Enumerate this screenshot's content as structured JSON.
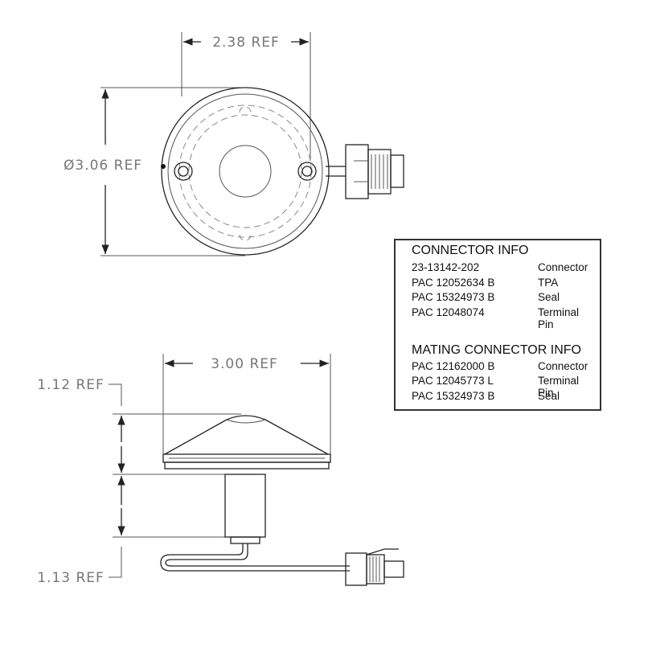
{
  "dimensions": {
    "top_width": "2.38 REF",
    "top_diameter": "Ø3.06 REF",
    "side_width": "3.00 REF",
    "side_height_upper": "1.12 REF",
    "side_height_lower": "1.13 REF"
  },
  "connector_info": {
    "title": "CONNECTOR INFO",
    "rows": [
      {
        "part": "23-13142-202",
        "desc": "Connector"
      },
      {
        "part": "PAC 12052634 B",
        "desc": "TPA"
      },
      {
        "part": "PAC 15324973 B",
        "desc": "Seal"
      },
      {
        "part": "PAC 12048074",
        "desc": "Terminal Pin"
      }
    ]
  },
  "mating_connector_info": {
    "title": "MATING CONNECTOR INFO",
    "rows": [
      {
        "part": "PAC 12162000 B",
        "desc": "Connector"
      },
      {
        "part": "PAC 12045773 L",
        "desc": "Terminal Pin"
      },
      {
        "part": "PAC 15324973 B",
        "desc": "Seal"
      }
    ]
  }
}
